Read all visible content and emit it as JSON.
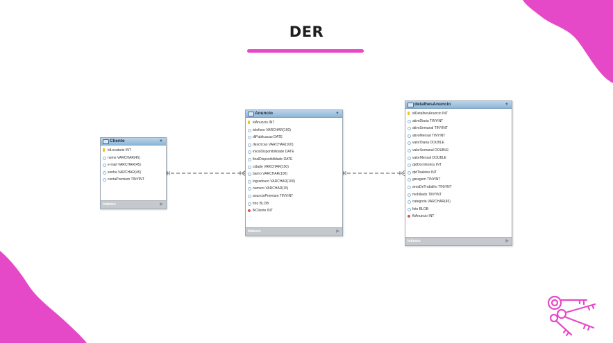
{
  "page": {
    "title": "DER"
  },
  "colors": {
    "accent": "#e649c8",
    "header_blue": "#8fb5d6"
  },
  "tables": {
    "cliente": {
      "name": "Cliente",
      "footer": "Indexes",
      "columns": [
        {
          "text": "idLocatario INT",
          "kind": "pk"
        },
        {
          "text": "nome VARCHAR(45)",
          "kind": "nn"
        },
        {
          "text": "e-mail VARCHAR(45)",
          "kind": "nn"
        },
        {
          "text": "senha VARCHAR(45)",
          "kind": "nn"
        },
        {
          "text": "contaPremium TINYINT",
          "kind": "nn"
        }
      ]
    },
    "anuncio": {
      "name": "Anuncio",
      "footer": "Indexes",
      "columns": [
        {
          "text": "idAnuncio INT",
          "kind": "pk"
        },
        {
          "text": "telefone VARCHAR(100)",
          "kind": "nn"
        },
        {
          "text": "dtPublicacao DATE",
          "kind": "nn"
        },
        {
          "text": "descricao VARCHAR(100)",
          "kind": "nn"
        },
        {
          "text": "inicioDisponibilidade DATE",
          "kind": "nn"
        },
        {
          "text": "finalDisponibilidade DATE",
          "kind": "nn"
        },
        {
          "text": "cidade VARCHAR(100)",
          "kind": "nn"
        },
        {
          "text": "bairro VARCHAR(100)",
          "kind": "nn"
        },
        {
          "text": "logradouro VARCHAR(100)",
          "kind": "nn"
        },
        {
          "text": "numero VARCHAR(15)",
          "kind": "nn"
        },
        {
          "text": "anuncioPremium TINYINT",
          "kind": "nn"
        },
        {
          "text": "foto BLOB",
          "kind": "nn"
        },
        {
          "text": "fkCliente INT",
          "kind": "fk"
        }
      ]
    },
    "detalhes": {
      "name": "detalhesAnuncio",
      "footer": "Indexes",
      "columns": [
        {
          "text": "idDetalhesAnuncio INT",
          "kind": "pk"
        },
        {
          "text": "ativoDiaria TINYINT",
          "kind": "nn"
        },
        {
          "text": "ativoSemanal TINYINT",
          "kind": "nn"
        },
        {
          "text": "ativoMensal TINYINT",
          "kind": "nn"
        },
        {
          "text": "valorDiaria DOUBLE",
          "kind": "nn"
        },
        {
          "text": "valorSemanal DOUBLE",
          "kind": "nn"
        },
        {
          "text": "valorMensal DOUBLE",
          "kind": "nn"
        },
        {
          "text": "qtdDormitorios INT",
          "kind": "nn"
        },
        {
          "text": "qtdToaletes INT",
          "kind": "nn"
        },
        {
          "text": "garagem TINYINT",
          "kind": "nn"
        },
        {
          "text": "areaDeTrabalho TINYINT",
          "kind": "nn"
        },
        {
          "text": "mobiliado TINYINT",
          "kind": "nn"
        },
        {
          "text": "categoria VARCHAR(45)",
          "kind": "nn"
        },
        {
          "text": "foto BLOB",
          "kind": "nn"
        },
        {
          "text": "fkAnuncio INT",
          "kind": "fk"
        }
      ]
    }
  }
}
